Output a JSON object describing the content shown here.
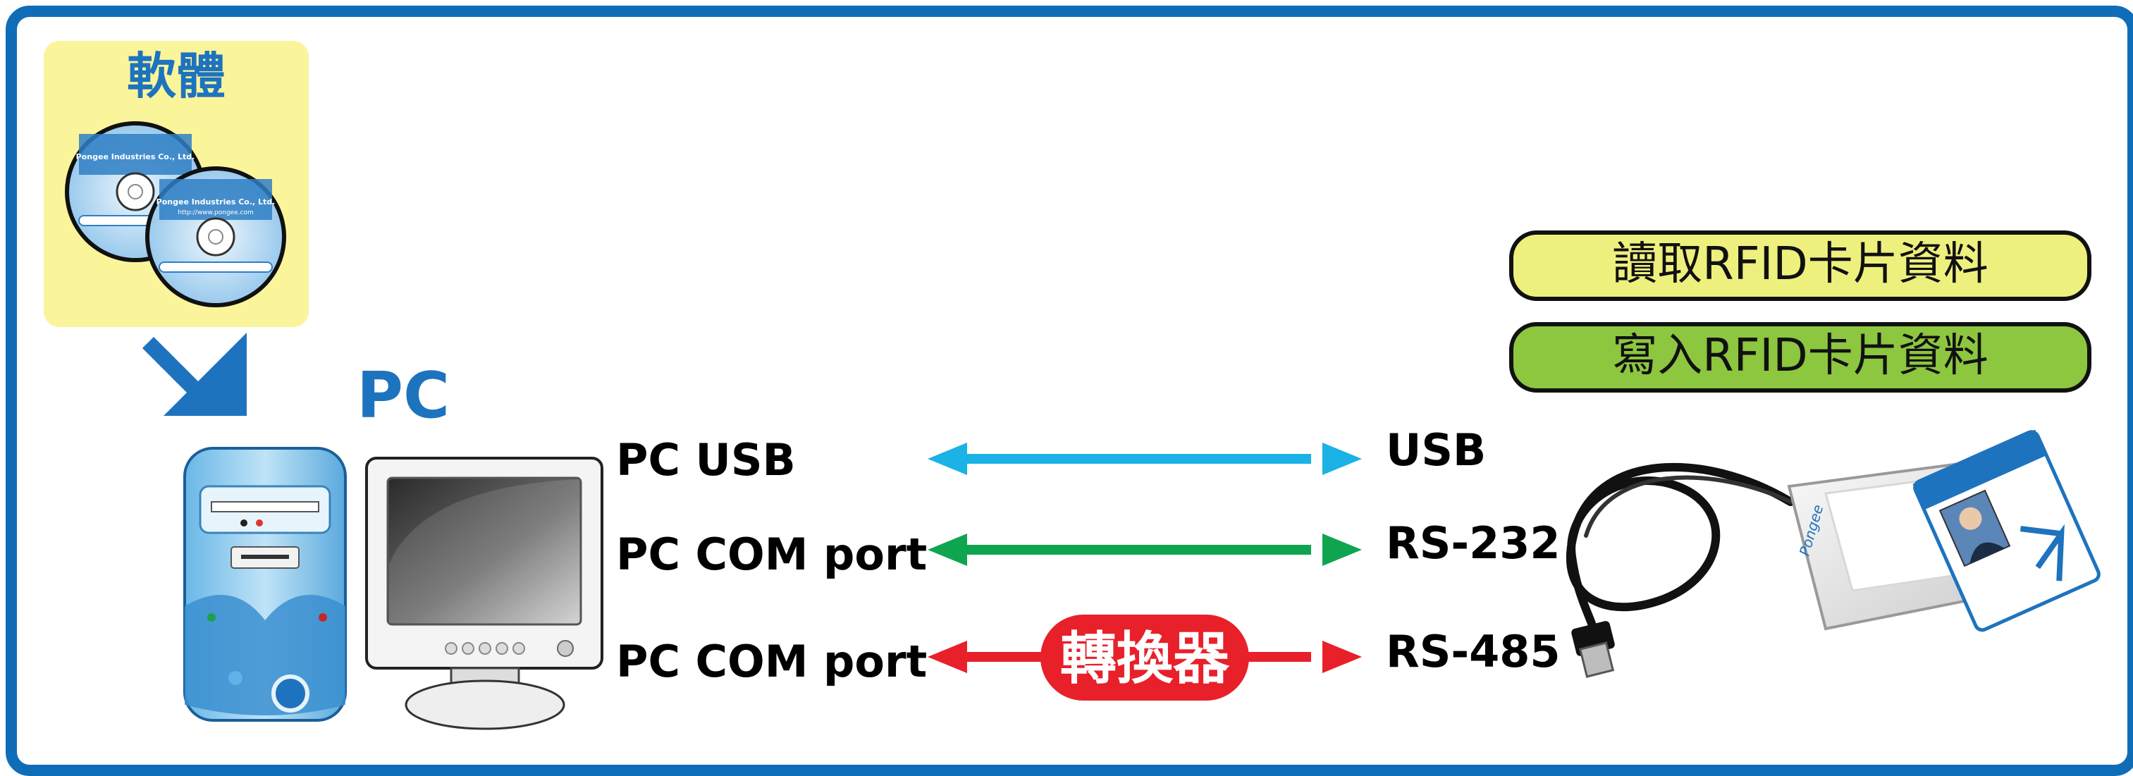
{
  "software_panel": {
    "title": "軟體",
    "cd_company": "Pongee Industries Co., Ltd.",
    "cd_url": "http://www.pongee.com"
  },
  "pc_label": "PC",
  "links": [
    {
      "left": "PC USB",
      "right": "USB",
      "color": "#1bb2e6"
    },
    {
      "left": "PC COM port",
      "right": "RS-232",
      "color": "#0fa550"
    },
    {
      "left": "PC COM port",
      "right": "RS-485",
      "color": "#e8202a",
      "converter": "轉換器"
    }
  ],
  "functions": [
    {
      "label": "讀取RFID卡片資料",
      "color": "#eef07e"
    },
    {
      "label": "寫入RFID卡片資料",
      "color": "#8dc63f"
    }
  ],
  "reader_brand": "Pongee",
  "colors": {
    "frame": "#0f6db8",
    "accent": "#1e73be",
    "panel": "#faf59b"
  }
}
